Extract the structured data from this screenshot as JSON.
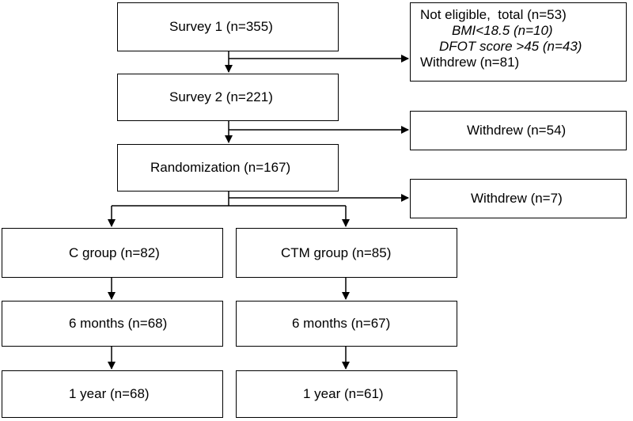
{
  "flowchart": {
    "survey1": "Survey 1 (n=355)",
    "survey2": "Survey 2 (n=221)",
    "randomization": "Randomization  (n=167)",
    "exclusion1": {
      "line1": "Not eligible,  total (n=53)",
      "line2": "BMI<18.5 (n=10)",
      "line3": "DFOT score >45 (n=43)",
      "line4": "Withdrew (n=81)"
    },
    "exclusion2": "Withdrew (n=54)",
    "exclusion3": "Withdrew (n=7)",
    "c_group": {
      "label": "C group  (n=82)",
      "six_months": "6 months (n=68)",
      "one_year": "1 year (n=68)"
    },
    "ctm_group": {
      "label": "CTM group  (n=85)",
      "six_months": "6 months (n=67)",
      "one_year": "1 year (n=61)"
    }
  }
}
